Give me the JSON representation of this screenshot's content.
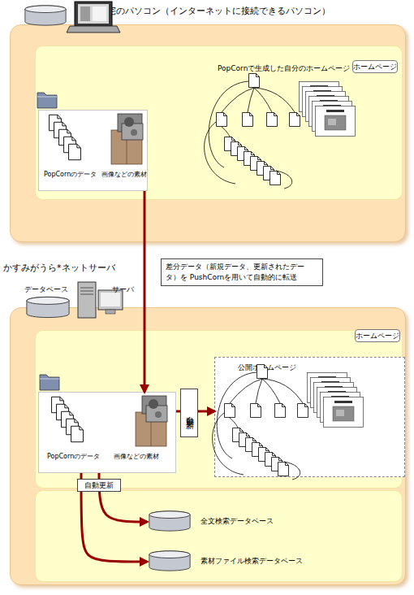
{
  "diagram": {
    "nodes": [
      {
        "text": [
          "自宅のパソコン（インターネットに接続できるパソコン）"
        ]
      },
      {
        "text": [
          "ホームページ"
        ],
        "in": 0
      },
      {
        "text": [
          "PopCornのデータ",
          "画像などの素材"
        ],
        "in": 1
      },
      {
        "text": [
          "かすみがうら*ネットサーバ"
        ]
      },
      {
        "text": [
          "ホームページ"
        ],
        "in": 3
      },
      {
        "text": [
          "PopCornのデータ",
          "画像などの素材"
        ],
        "in": 4
      },
      {
        "text": [
          "公開ホームページ"
        ],
        "in": 4
      },
      {
        "text": [
          "全文検索データベース"
        ],
        "in": 3
      },
      {
        "text": [
          "素材ファイル検索データベース"
        ],
        "in": 3
      }
    ],
    "edges": [
      {
        "from": 2,
        "to": 5,
        "arrow": "to",
        "label": "差分データ（新規データ、更新されたデータ）を PushCornを用いて自動的に転送"
      },
      {
        "from": 5,
        "to": 6,
        "arrow": "to",
        "label": "自動更新"
      },
      {
        "from": 5,
        "to": 7,
        "arrow": "to",
        "label": "自動更新"
      },
      {
        "from": 5,
        "to": 8,
        "arrow": "to"
      }
    ],
    "labels": [
      "PopCornで生成した自分のホームページ",
      "データベース",
      "サーバ"
    ]
  }
}
